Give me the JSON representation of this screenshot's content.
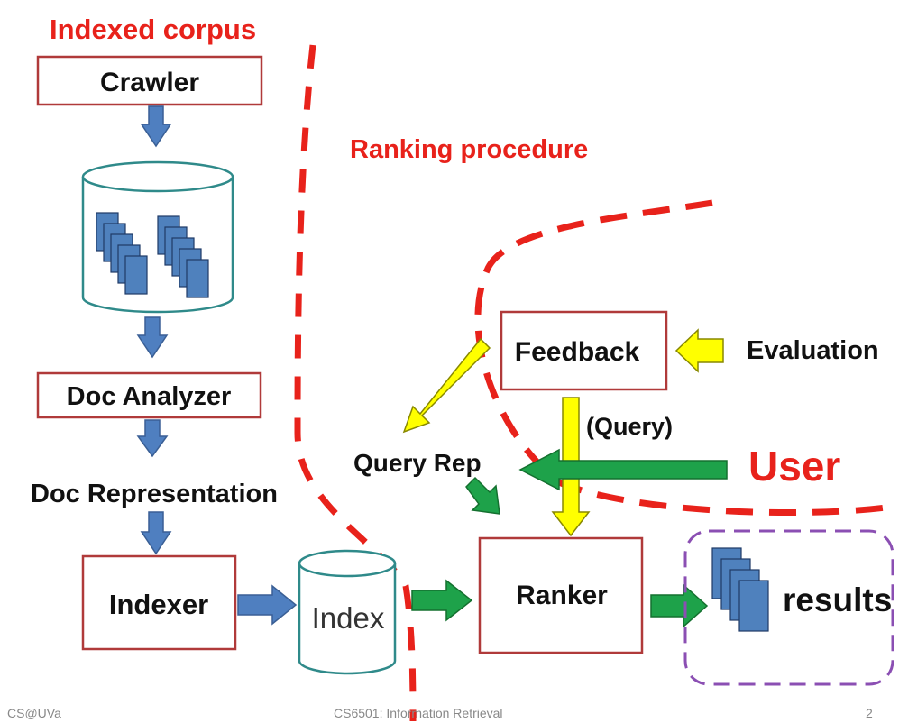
{
  "regions": {
    "indexed_corpus": "Indexed corpus",
    "ranking_procedure": "Ranking procedure",
    "user": "User"
  },
  "nodes": {
    "crawler": "Crawler",
    "doc_analyzer": "Doc Analyzer",
    "doc_representation": "Doc Representation",
    "indexer": "Indexer",
    "index": "Index",
    "ranker": "Ranker",
    "results": "results",
    "feedback": "Feedback",
    "evaluation": "Evaluation",
    "query_rep": "Query Rep",
    "query": "(Query)"
  },
  "footer": {
    "left": "CS@UVa",
    "center": "CS6501: Information Retrieval",
    "page": "2"
  },
  "colors": {
    "region_red": "#e8221b",
    "box_border": "#b03a3a",
    "cylinder_teal": "#2f8a8a",
    "arrow_blue": "#4f7fc0",
    "arrow_green": "#1ea24a",
    "arrow_yellow": "#ffff00",
    "results_border": "#8b4fb3",
    "doc_blue": "#4f81bd"
  }
}
